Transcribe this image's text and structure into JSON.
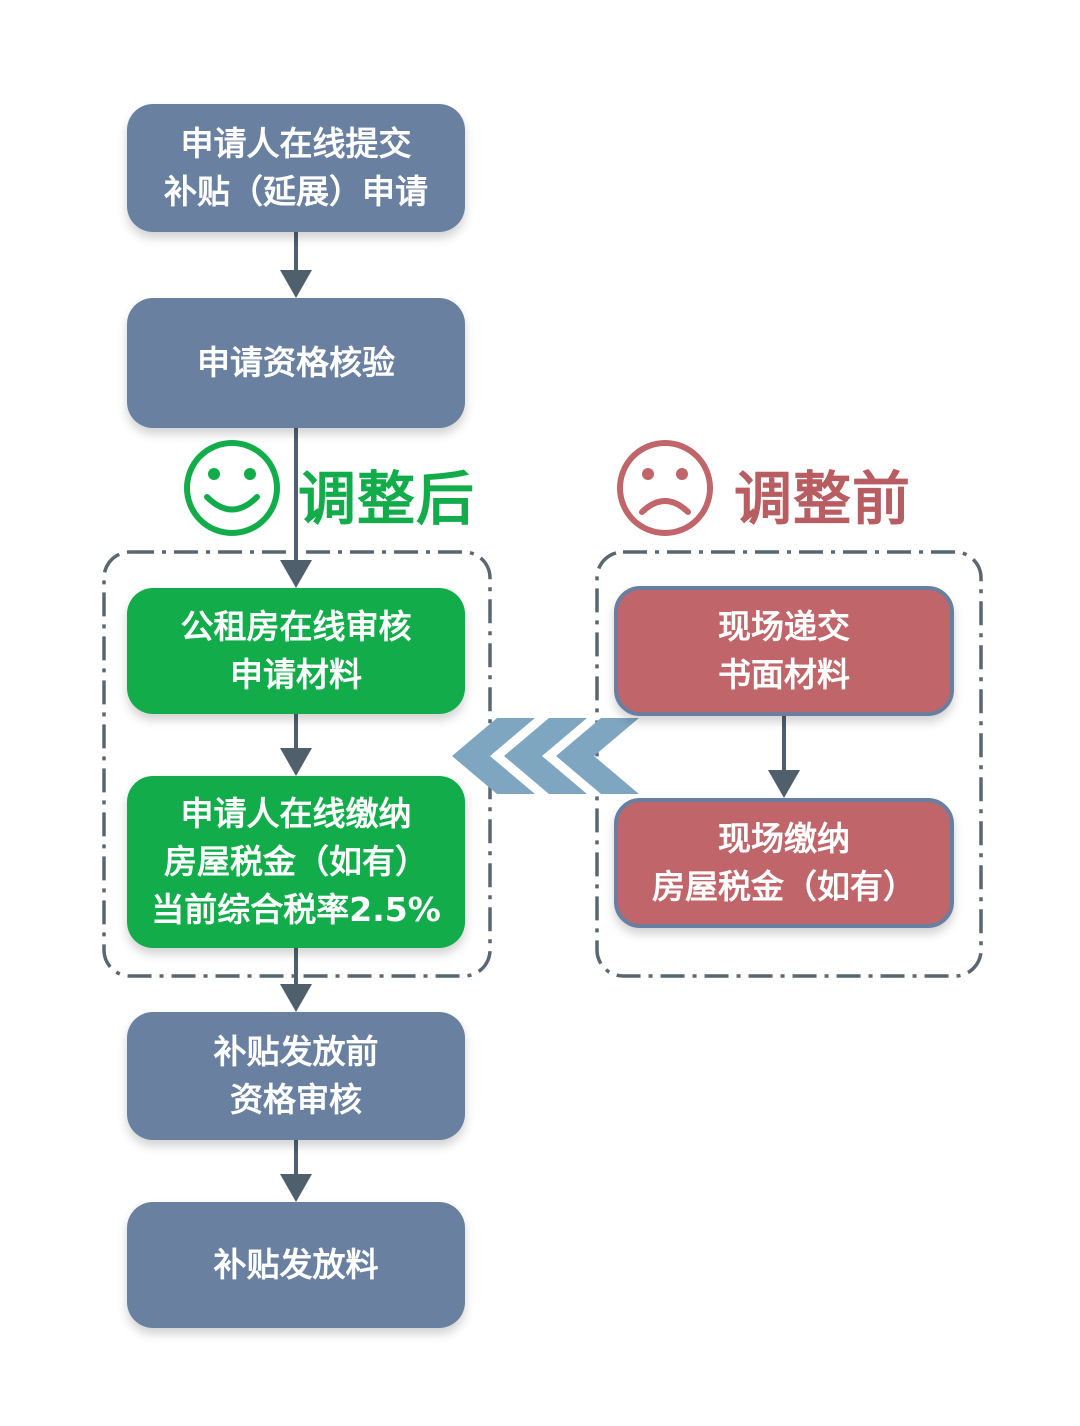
{
  "colors": {
    "gray_box": "#6a80a0",
    "green_box": "#12ac4b",
    "red_box": "#c0666a",
    "arrow": "#4f5f6c",
    "chevron": "#7ea6c0",
    "dashed_frame": "#5a6670",
    "after_label": "#12ac4b",
    "before_label": "#b85e62"
  },
  "steps": {
    "submit": {
      "line1": "申请人在线提交",
      "line2": "补贴（延展）申请"
    },
    "eligibility": {
      "line1": "申请资格核验"
    },
    "pre_release": {
      "line1": "补贴发放前",
      "line2": "资格审核"
    },
    "release": {
      "line1": "补贴发放料"
    }
  },
  "after": {
    "label": "调整后",
    "icon": "smiley-face-icon",
    "review": {
      "line1": "公租房在线审核",
      "line2": "申请材料"
    },
    "payment": {
      "line1": "申请人在线缴纳",
      "line2": "房屋税金（如有）",
      "line3": "当前综合税率2.5%"
    }
  },
  "before": {
    "label": "调整前",
    "icon": "sad-face-icon",
    "submit": {
      "line1": "现场递交",
      "line2": "书面材料"
    },
    "payment": {
      "line1": "现场缴纳",
      "line2": "房屋税金（如有）"
    }
  }
}
